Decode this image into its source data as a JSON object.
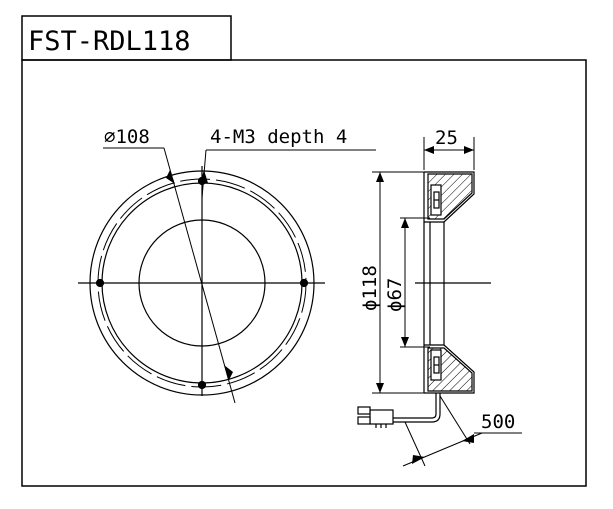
{
  "title": "FST-RDL118",
  "dimensions": {
    "outer_diameter_front": "⌀108",
    "mount_holes": "4-M3 depth 4",
    "thickness": "25",
    "outer_diameter": "ϕ118",
    "inner_diameter": "ϕ67",
    "cable_length": "500"
  }
}
